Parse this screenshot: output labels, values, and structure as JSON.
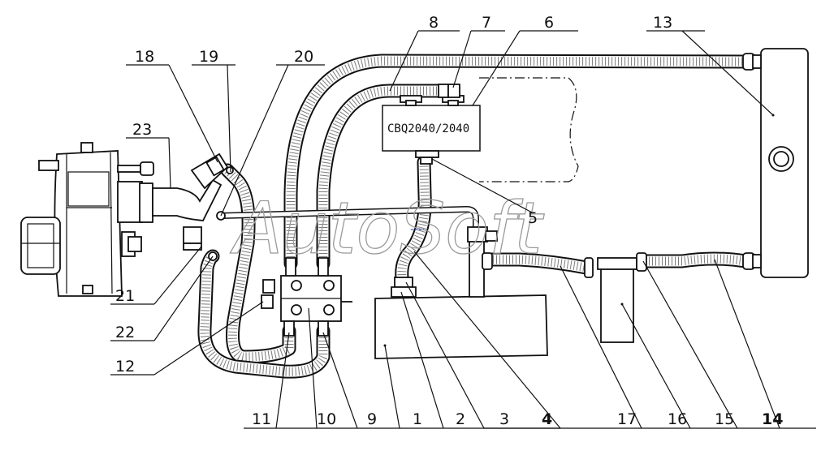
{
  "pump_label": "CBQ2040/2040",
  "watermark": "AutoSoft",
  "callouts": {
    "c1": "1",
    "c2": "2",
    "c3": "3",
    "c4": "4",
    "c5": "5",
    "c6": "6",
    "c7": "7",
    "c8": "8",
    "c9": "9",
    "c10": "10",
    "c11": "11",
    "c12": "12",
    "c13": "13",
    "c14": "14",
    "c15": "15",
    "c16": "16",
    "c17": "17",
    "c18": "18",
    "c19": "19",
    "c20": "20",
    "c21": "21",
    "c22": "22",
    "c23": "23"
  }
}
